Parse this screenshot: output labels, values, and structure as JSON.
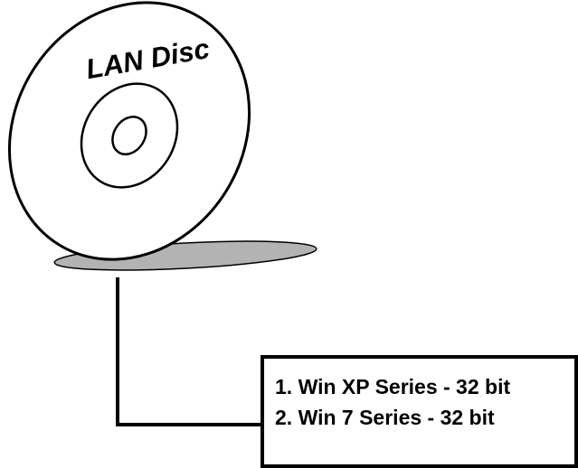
{
  "disc": {
    "label": "LAN Disc"
  },
  "os_list": {
    "items": [
      "1. Win XP Series - 32 bit",
      "2. Win 7 Series - 32 bit"
    ]
  },
  "colors": {
    "ink": "#000000",
    "shadow": "#b3b3b3",
    "background": "#ffffff"
  }
}
